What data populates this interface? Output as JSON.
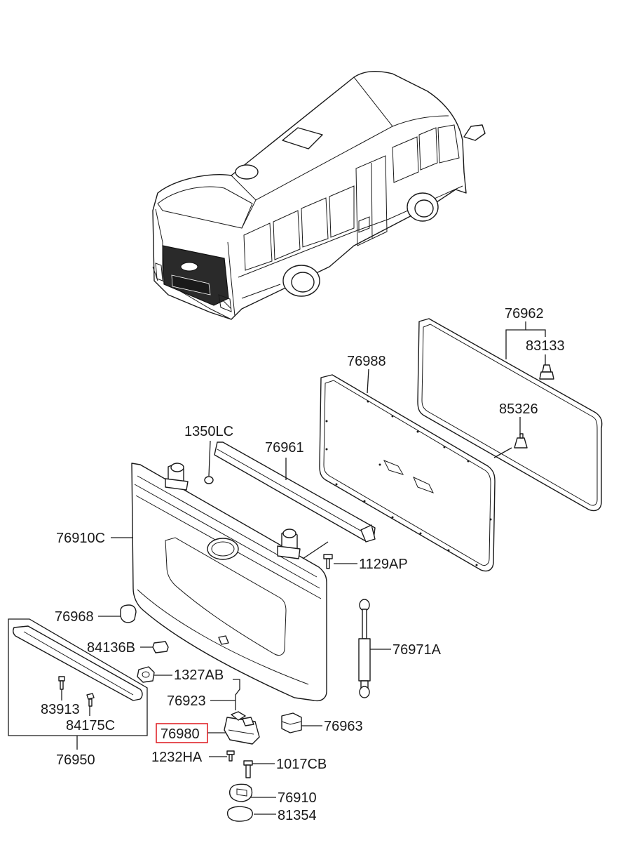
{
  "diagram": {
    "highlight_color": "#e0262b",
    "ink_color": "#1a1a1a",
    "parts": [
      {
        "id": "p76962",
        "number": "76962"
      },
      {
        "id": "p83133",
        "number": "83133"
      },
      {
        "id": "p76988",
        "number": "76988"
      },
      {
        "id": "p85326",
        "number": "85326"
      },
      {
        "id": "p1350lc",
        "number": "1350LC"
      },
      {
        "id": "p76961",
        "number": "76961"
      },
      {
        "id": "p76910c",
        "number": "76910C"
      },
      {
        "id": "p1129ap",
        "number": "1129AP"
      },
      {
        "id": "p76968",
        "number": "76968"
      },
      {
        "id": "p84136b",
        "number": "84136B"
      },
      {
        "id": "p76971a",
        "number": "76971A"
      },
      {
        "id": "p1327ab",
        "number": "1327AB"
      },
      {
        "id": "p83913",
        "number": "83913"
      },
      {
        "id": "p84175c",
        "number": "84175C"
      },
      {
        "id": "p76923",
        "number": "76923"
      },
      {
        "id": "p76963",
        "number": "76963"
      },
      {
        "id": "p76980",
        "number": "76980",
        "highlighted": true
      },
      {
        "id": "p76950",
        "number": "76950"
      },
      {
        "id": "p1232ha",
        "number": "1232HA"
      },
      {
        "id": "p1017cb",
        "number": "1017CB"
      },
      {
        "id": "p76910",
        "number": "76910"
      },
      {
        "id": "p81354",
        "number": "81354"
      }
    ]
  }
}
